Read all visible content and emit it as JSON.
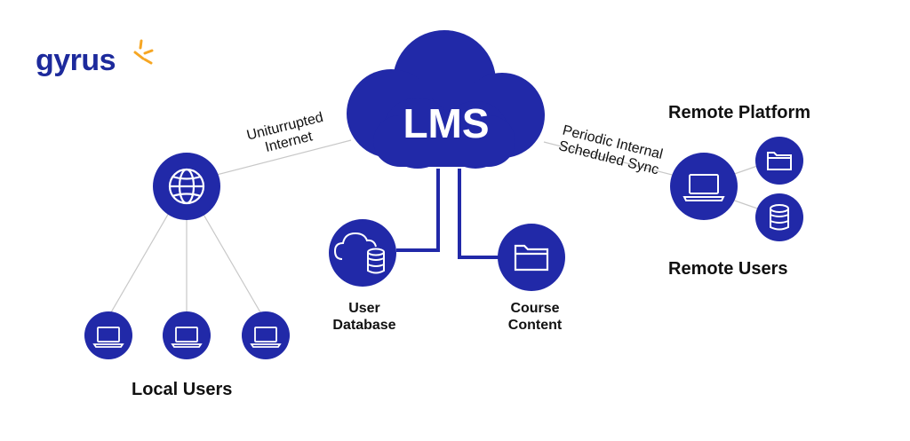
{
  "logo": {
    "text": "gyrus",
    "accent_color": "#f6a623"
  },
  "colors": {
    "node_fill": "#2129a8",
    "line": "#c8c8c8",
    "icon_stroke": "#ffffff"
  },
  "nodes": {
    "lms": {
      "label": "LMS"
    },
    "internet": {
      "icon": "globe-icon"
    },
    "user_database": {
      "label_line1": "User",
      "label_line2": "Database",
      "icon": "cloud-database-icon"
    },
    "course_content": {
      "label_line1": "Course",
      "label_line2": "Content",
      "icon": "folder-icon"
    },
    "remote_laptop": {
      "icon": "laptop-icon"
    },
    "remote_folder": {
      "icon": "folder-icon"
    },
    "remote_database": {
      "icon": "database-icon"
    },
    "local_laptops": [
      {
        "icon": "laptop-icon"
      },
      {
        "icon": "laptop-icon"
      },
      {
        "icon": "laptop-icon"
      }
    ]
  },
  "labels": {
    "local_users": "Local Users",
    "remote_platform": "Remote Platform",
    "remote_users": "Remote Users"
  },
  "edges": {
    "internet_line1": "Uniturrupted",
    "internet_line2": "Internet",
    "sync_line1": "Periodic Internal",
    "sync_line2": "Scheduled Sync"
  }
}
